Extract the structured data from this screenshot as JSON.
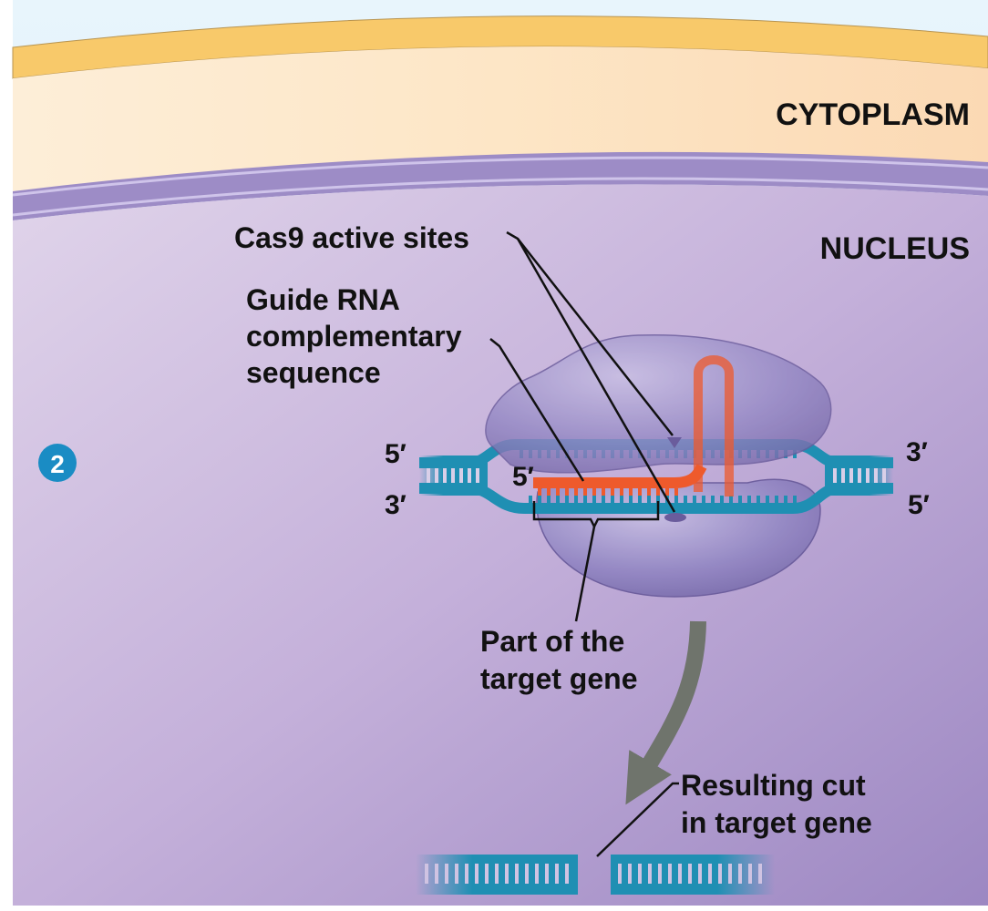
{
  "regions": {
    "cytoplasm": "CYTOPLASM",
    "nucleus": "NUCLEUS"
  },
  "step_badge": "2",
  "labels": {
    "cas9_active_sites": "Cas9 active sites",
    "guide_rna": [
      "Guide RNA",
      "complementary",
      "sequence"
    ],
    "target_gene_part": [
      "Part of the",
      "target gene"
    ],
    "resulting_cut": [
      "Resulting cut",
      "in target gene"
    ]
  },
  "strand_ends": {
    "left_top": "5′",
    "left_bottom": "3′",
    "right_top": "3′",
    "right_bottom": "5′",
    "guide_rna_end": "5′"
  },
  "colors": {
    "sky": "#dff1fb",
    "cell_membrane": "#f8c96a",
    "cytoplasm": "#fde6c8",
    "nuclear_envelope": "#9d8cc6",
    "nucleus": "#c9b7dc",
    "cas9": "#8e80bd",
    "dna": "#1f8fb3",
    "guide_rna": "#ee5a2c",
    "arrow": "#6f746c",
    "badge": "#1a8cc4"
  }
}
